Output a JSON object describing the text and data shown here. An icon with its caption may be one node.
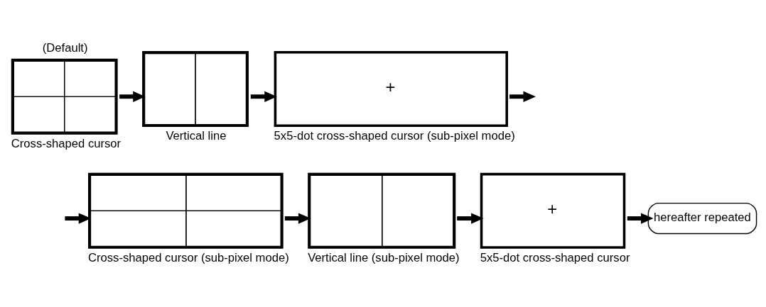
{
  "diagram": {
    "nodes": [
      {
        "text": [],
        "shape": "box",
        "beside": [
          "(Default)",
          "Cross-shaped cursor"
        ]
      },
      {
        "text": [],
        "shape": "box",
        "beside": [
          "Vertical line"
        ]
      },
      {
        "text": [
          "+"
        ],
        "beside": [
          "5x5-dot cross-shaped cursor (sub-pixel mode)"
        ]
      },
      {
        "text": [],
        "shape": "box",
        "beside": [
          "Cross-shaped cursor (sub-pixel mode)"
        ]
      },
      {
        "text": [],
        "shape": "box",
        "beside": [
          "Vertical line (sub-pixel mode)"
        ]
      },
      {
        "text": [
          "+"
        ],
        "beside": [
          "5x5-dot cross-shaped cursor"
        ]
      },
      {
        "text": [
          "hereafter repeated"
        ]
      }
    ],
    "edges": [
      {
        "from": 0,
        "to": 1,
        "arrow": "to"
      },
      {
        "from": 1,
        "to": 2,
        "arrow": "to"
      },
      {
        "from": 2,
        "to": null,
        "arrow": "to"
      },
      {
        "from": null,
        "to": 3,
        "arrow": "to"
      },
      {
        "from": 3,
        "to": 4,
        "arrow": "to"
      },
      {
        "from": 4,
        "to": 5,
        "arrow": "to"
      },
      {
        "from": 5,
        "to": 6,
        "arrow": "to"
      }
    ]
  }
}
